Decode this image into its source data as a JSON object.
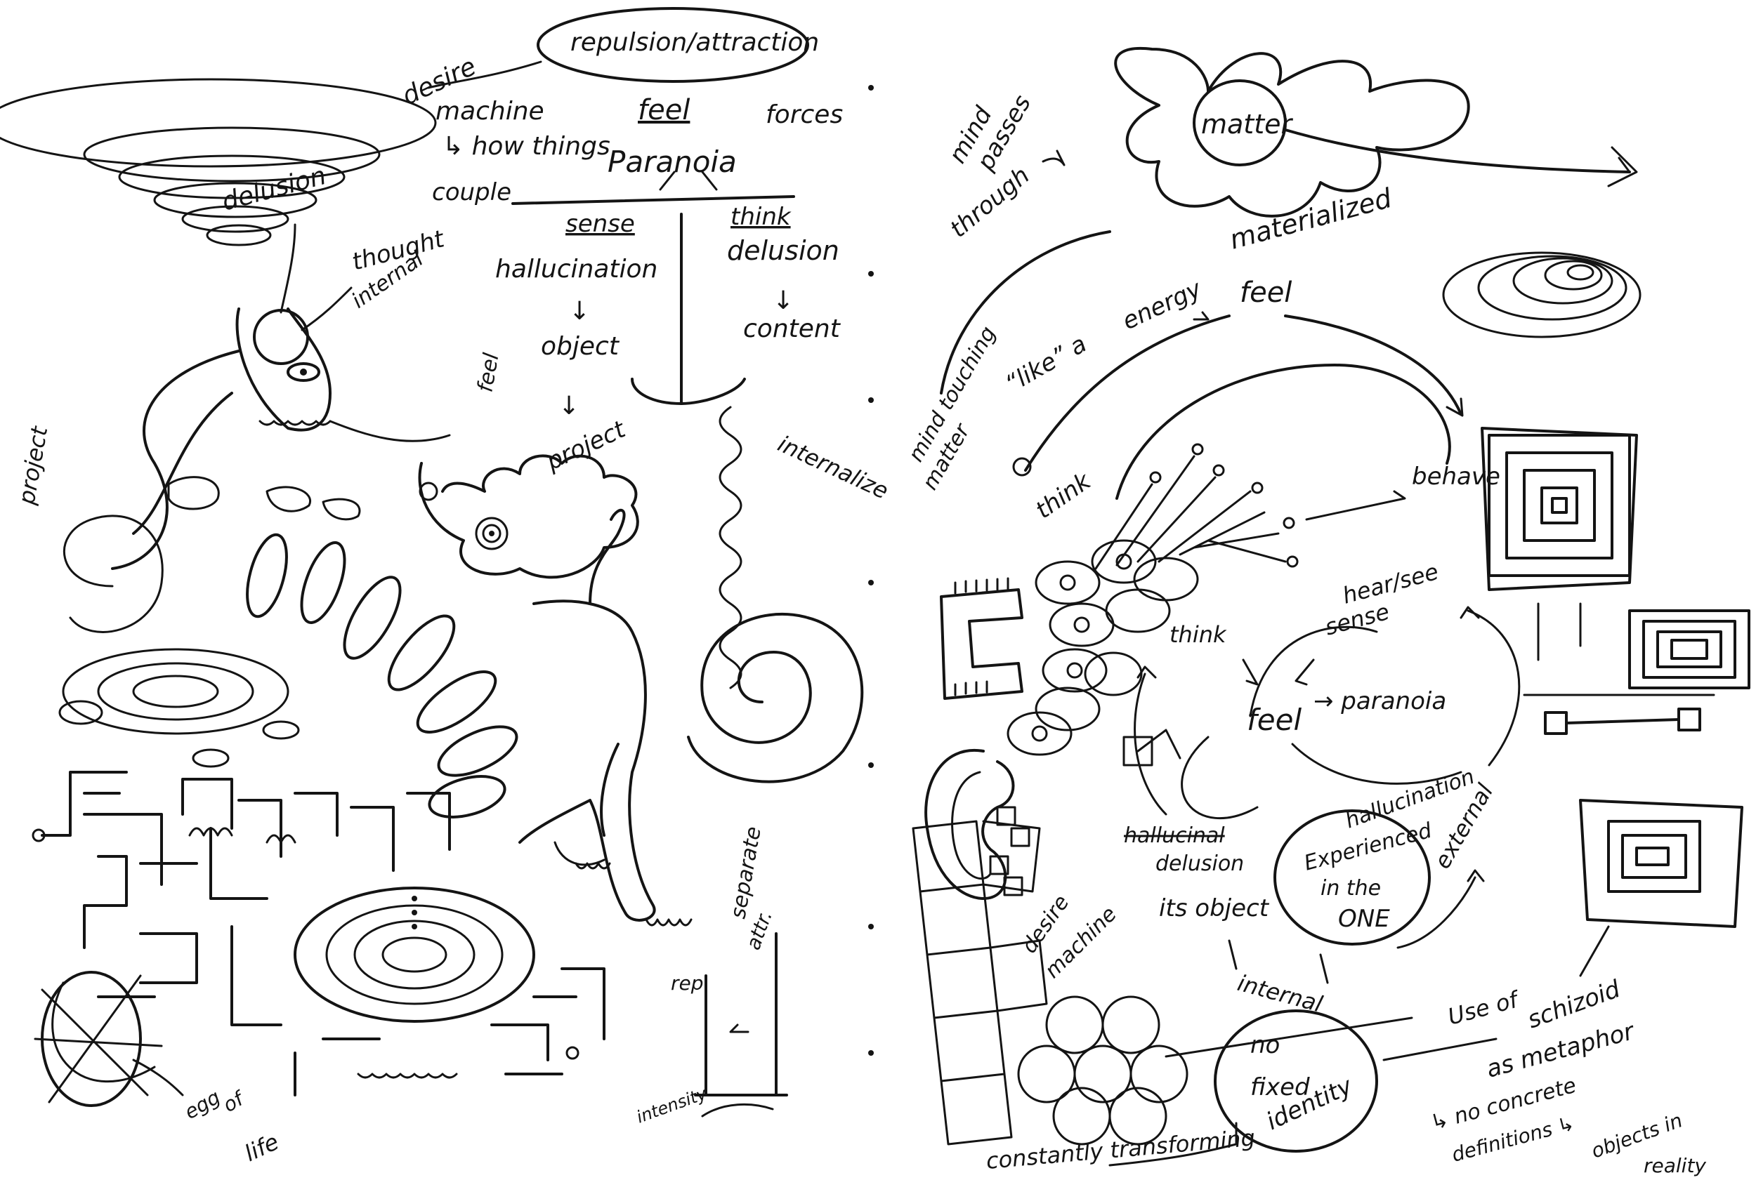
{
  "left_page": {
    "top_oval": "repulsion/attraction",
    "desire": "desire",
    "machine": "machine",
    "how_things": "↳ how things",
    "feel_underlined": "feel",
    "forces": "forces",
    "couple": "couple",
    "paranoia": "Paranoia",
    "sense_header": "sense",
    "think_header": "think",
    "hallucination": "hallucination",
    "delusion_right": "delusion",
    "arrow_down_1": "↓",
    "arrow_down_2": "↓",
    "arrow_down_3": "↓",
    "object": "object",
    "content": "content",
    "feel_small": "feel",
    "project_1": "project",
    "internalize": "internalize",
    "delusion_top": "delusion",
    "thought": "thought",
    "internal": "internal",
    "project_side": "project",
    "separate": "separate",
    "rep": "rep.",
    "attr": "attr.",
    "intensity": "intensity",
    "egg": "egg",
    "of": "of",
    "life": "life"
  },
  "right_page": {
    "mind": "mind",
    "passes": "passes",
    "through": "through",
    "matter_oval": "matter",
    "materialized": "materialized",
    "energy": "energy",
    "like_a": "“like” a",
    "feel_top": "feel",
    "mind_touching": "mind touching",
    "matter": "matter",
    "think_1": "think",
    "behave": "behave",
    "hear_see": "hear/see",
    "sense": "sense",
    "think_2": "think",
    "feel_center": "feel",
    "paranoia": "→ paranoia",
    "hallucination": "hallucination",
    "hallucinal": "hallucinal",
    "delusion": "delusion",
    "its_object": "its object",
    "experienced": "Experienced",
    "in_the": "in the",
    "one": "ONE",
    "external": "external",
    "internal": "internal",
    "desire": "desire",
    "machine": "machine",
    "no": "no",
    "fixed": "fixed",
    "identity": "identity",
    "constantly": "constantly transforming",
    "use_of": "Use of",
    "schizoid": "schizoid",
    "as_metaphor": "as metaphor",
    "no_concrete": "↳ no concrete",
    "definitions": "definitions ↳",
    "objects_in": "objects in",
    "reality": "reality"
  },
  "colors": {
    "ink": "#141414",
    "paper": "#ffffff"
  }
}
